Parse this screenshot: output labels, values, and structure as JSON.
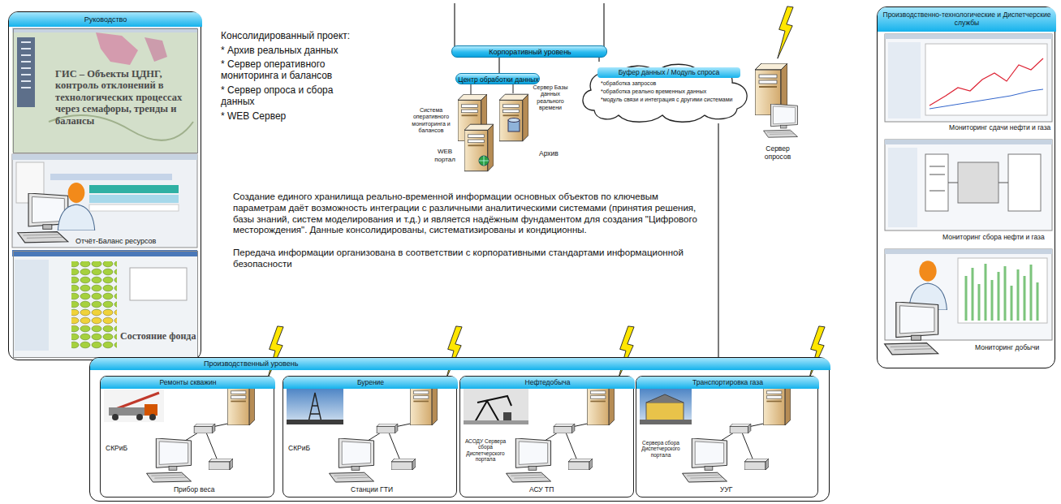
{
  "diagram": {
    "nodes": [
      {
        "text": [
          "Руководство",
          "Отчёт-Баланс ресурсов"
        ]
      },
      {
        "text": [
          "ГИС – Объекты ЦДНГ, контроль отклонений в технологических процессах через семафоры, тренды и балансы"
        ],
        "in": 0
      },
      {
        "text": [
          "Состояние фонда"
        ],
        "in": 0
      },
      {
        "text": [
          "Корпоративный уровень"
        ]
      },
      {
        "text": [
          "Центр обработки данных"
        ]
      },
      {
        "text": [
          "Буфер данных / Модуль спроса",
          "*обработка запросов",
          "*обработка реально временных данных",
          "*модуль связи и интеграция с другими системами"
        ]
      },
      {
        "text": [
          "Производственно-технологические и Диспетчерские службы",
          "Мониторинг сдачи нефти и газа",
          "Мониторинг сбора нефти и газа",
          "Мониторинг добычи"
        ]
      },
      {
        "text": [
          "Производственный уровень"
        ]
      },
      {
        "text": [
          "Ремонты скважин",
          "СКРиБ",
          "Прибор веса"
        ],
        "in": 7
      },
      {
        "text": [
          "Бурение",
          "СКРиБ",
          "Станции ГТИ"
        ],
        "in": 7
      },
      {
        "text": [
          "Нефтедобыча",
          "АСОДУ Сервера сбора Диспетчерского портала",
          "АСУ ТП"
        ],
        "in": 7
      },
      {
        "text": [
          "Транспортировка газа",
          "Сервера сбора Диспетчерского портала",
          "УУГ"
        ],
        "in": 7
      }
    ],
    "edges": [
      {
        "from": 3,
        "to": 4,
        "arrow": "none"
      },
      {
        "from": 3,
        "to": 5,
        "arrow": "none"
      },
      {
        "from": 5,
        "to": 7,
        "arrow": "none"
      }
    ],
    "labels": [
      "Консолидированный проект:",
      "* Архив реальных данных",
      "* Сервер оперативного мониторинга и балансов",
      "* Сервер опроса и сбора данных",
      "* WEB Сервер",
      "Система оперативного мониторинга и балансов",
      "Сервер Базы данных реального времени",
      "WEB портал",
      "Архив",
      "Сервер опросов",
      "Создание единого хранилища реально-временной информации основных объектов по ключевым параметрам даёт возможность интеграции с различными аналитическими системами (принятия решения, базы знаний, систем моделирования и т.д.) и является надёжным фундаментом для создания \"Цифрового месторождения\". Данные консолидированы, систематизированы и кондиционны.",
      "Передача информации организована в соответствии с корпоративными стандартами информационной безопасности"
    ]
  }
}
